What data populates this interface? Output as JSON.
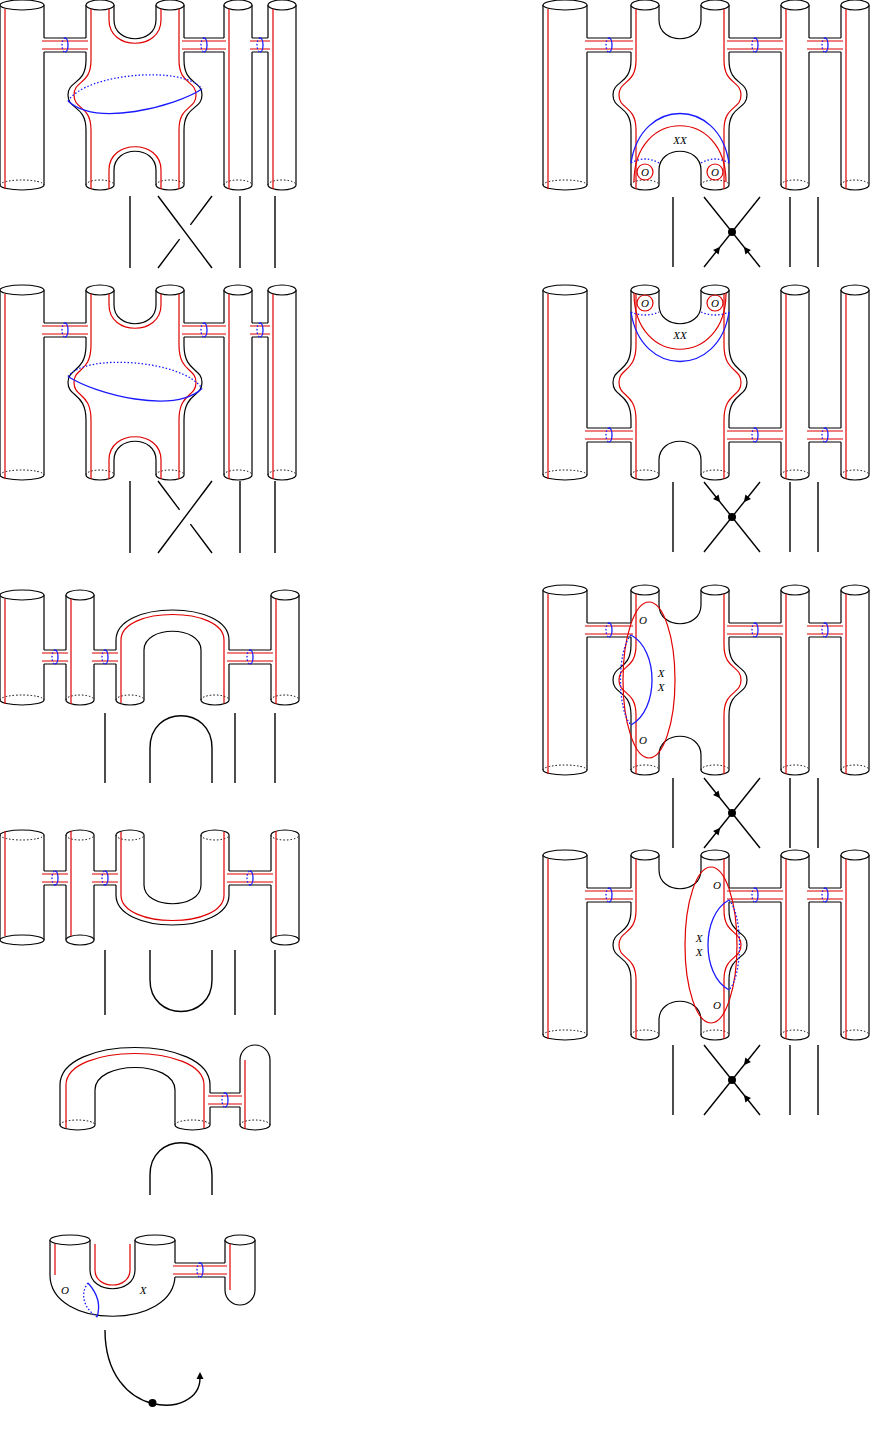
{
  "diagram": {
    "labels": [
      "O",
      "X",
      "XX",
      "O",
      "O",
      "O",
      "O",
      "XX",
      "O",
      "X",
      "X",
      "O",
      "O",
      "X",
      "X",
      "O"
    ]
  }
}
